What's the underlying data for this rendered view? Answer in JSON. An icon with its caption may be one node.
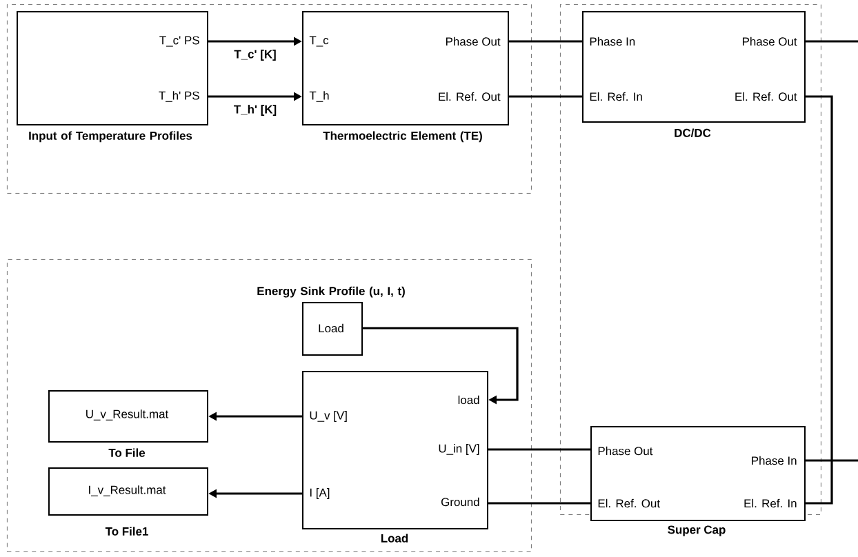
{
  "diagram": {
    "nodes": [
      {
        "text": [],
        "shape": "box"
      },
      {
        "text": [
          "T_c' PS",
          "T_h' PS",
          "Input of Temperature Profiles"
        ],
        "in": 0
      },
      {
        "text": [
          "T_c",
          "T_h",
          "Phase Out",
          "El. Ref. Out",
          "Thermoelectric Element (TE)"
        ],
        "in": 0
      },
      {
        "text": [],
        "shape": "box"
      },
      {
        "text": [
          "Phase In",
          "El. Ref. In",
          "Phase Out",
          "El. Ref. Out",
          "DC/DC"
        ],
        "in": 3
      },
      {
        "text": [],
        "shape": "box"
      },
      {
        "text": [
          "Energy Sink Profile (u, I, t)",
          "Load"
        ],
        "in": 5
      },
      {
        "text": [
          "U_v_Result.mat",
          "To File"
        ],
        "in": 5
      },
      {
        "text": [
          "I_v_Result.mat",
          "To File1"
        ],
        "in": 5
      },
      {
        "text": [
          "U_v [V]",
          "I [A]",
          "load",
          "U_in [V]",
          "Ground",
          "Load"
        ],
        "in": 5
      },
      {
        "text": [
          "Phase Out",
          "El. Ref. Out",
          "Phase In",
          "El. Ref. In",
          "Super Cap"
        ],
        "in": 3
      }
    ],
    "edges": [
      {
        "from": 1,
        "to": 2,
        "arrow": "to",
        "label": "T_c' [K]"
      },
      {
        "from": 1,
        "to": 2,
        "arrow": "to",
        "label": "T_h' [K]"
      },
      {
        "from": 2,
        "to": 4,
        "arrow": "none"
      },
      {
        "from": 2,
        "to": 4,
        "arrow": "none"
      },
      {
        "from": 4,
        "to": null,
        "arrow": "none"
      },
      {
        "from": 4,
        "to": 10,
        "arrow": "none"
      },
      {
        "from": 10,
        "to": null,
        "arrow": "none"
      },
      {
        "from": 6,
        "to": 9,
        "arrow": "to"
      },
      {
        "from": 9,
        "to": 7,
        "arrow": "to"
      },
      {
        "from": 9,
        "to": 8,
        "arrow": "to"
      },
      {
        "from": 9,
        "to": 10,
        "arrow": "none"
      },
      {
        "from": 9,
        "to": 10,
        "arrow": "none"
      }
    ]
  }
}
